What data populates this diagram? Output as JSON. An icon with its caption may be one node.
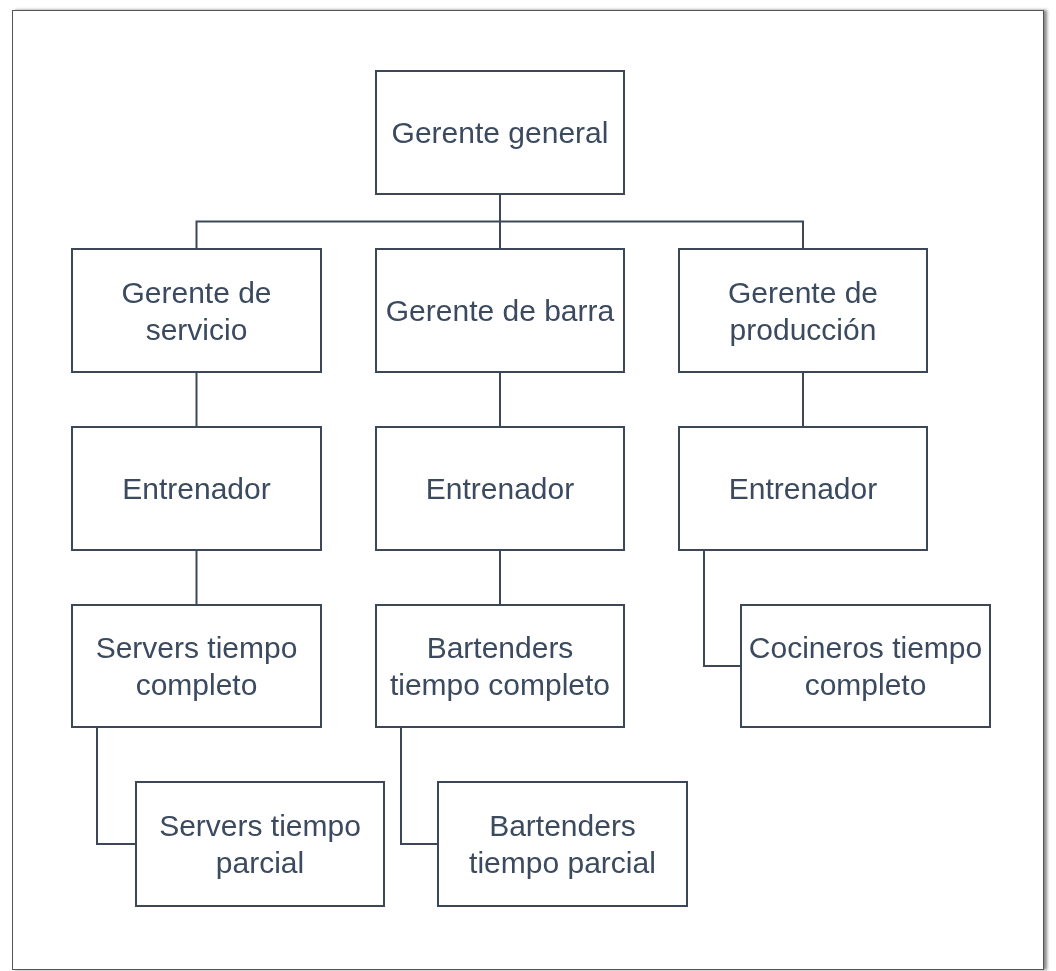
{
  "diagram": {
    "nodes": [
      {
        "text": [
          "Gerente general"
        ]
      },
      {
        "text": [
          "Gerente de servicio"
        ]
      },
      {
        "text": [
          "Gerente de barra"
        ]
      },
      {
        "text": [
          "Gerente de producción"
        ]
      },
      {
        "text": [
          "Entrenador"
        ]
      },
      {
        "text": [
          "Entrenador"
        ]
      },
      {
        "text": [
          "Entrenador"
        ]
      },
      {
        "text": [
          "Servers tiempo completo"
        ]
      },
      {
        "text": [
          "Bartenders tiempo completo"
        ]
      },
      {
        "text": [
          "Cocineros tiempo completo"
        ]
      },
      {
        "text": [
          "Servers tiempo parcial"
        ]
      },
      {
        "text": [
          "Bartenders tiempo parcial"
        ]
      }
    ],
    "edges": [
      {
        "from": 0,
        "to": 1,
        "arrow": "none"
      },
      {
        "from": 0,
        "to": 2,
        "arrow": "none"
      },
      {
        "from": 0,
        "to": 3,
        "arrow": "none"
      },
      {
        "from": 1,
        "to": 4,
        "arrow": "none"
      },
      {
        "from": 2,
        "to": 5,
        "arrow": "none"
      },
      {
        "from": 3,
        "to": 6,
        "arrow": "none"
      },
      {
        "from": 4,
        "to": 7,
        "arrow": "none"
      },
      {
        "from": 5,
        "to": 8,
        "arrow": "none"
      },
      {
        "from": 6,
        "to": 9,
        "arrow": "none"
      },
      {
        "from": 7,
        "to": 10,
        "arrow": "none"
      },
      {
        "from": 8,
        "to": 11,
        "arrow": "none"
      }
    ]
  }
}
